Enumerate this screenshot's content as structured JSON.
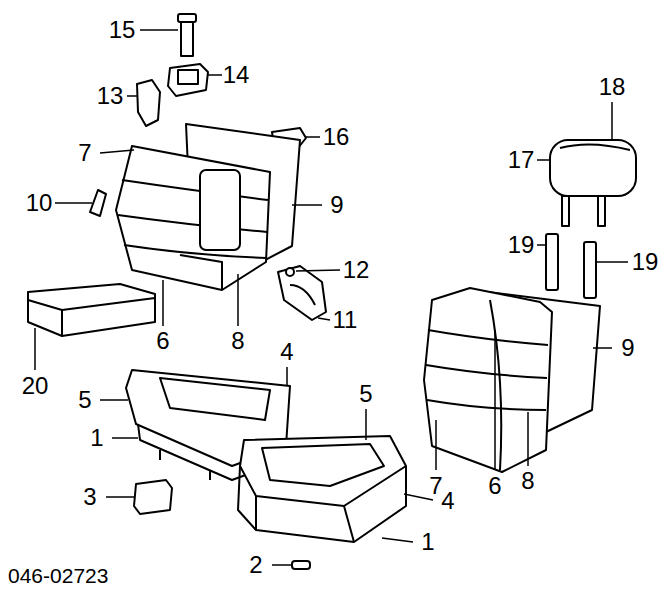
{
  "diagram": {
    "labels": [
      "15",
      "14",
      "13",
      "18",
      "16",
      "7",
      "17",
      "10",
      "9",
      "19",
      "19",
      "12",
      "11",
      "6",
      "8",
      "9",
      "20",
      "4",
      "5",
      "5",
      "1",
      "7",
      "6",
      "8",
      "3",
      "4",
      "1",
      "2",
      "046-02723"
    ]
  }
}
